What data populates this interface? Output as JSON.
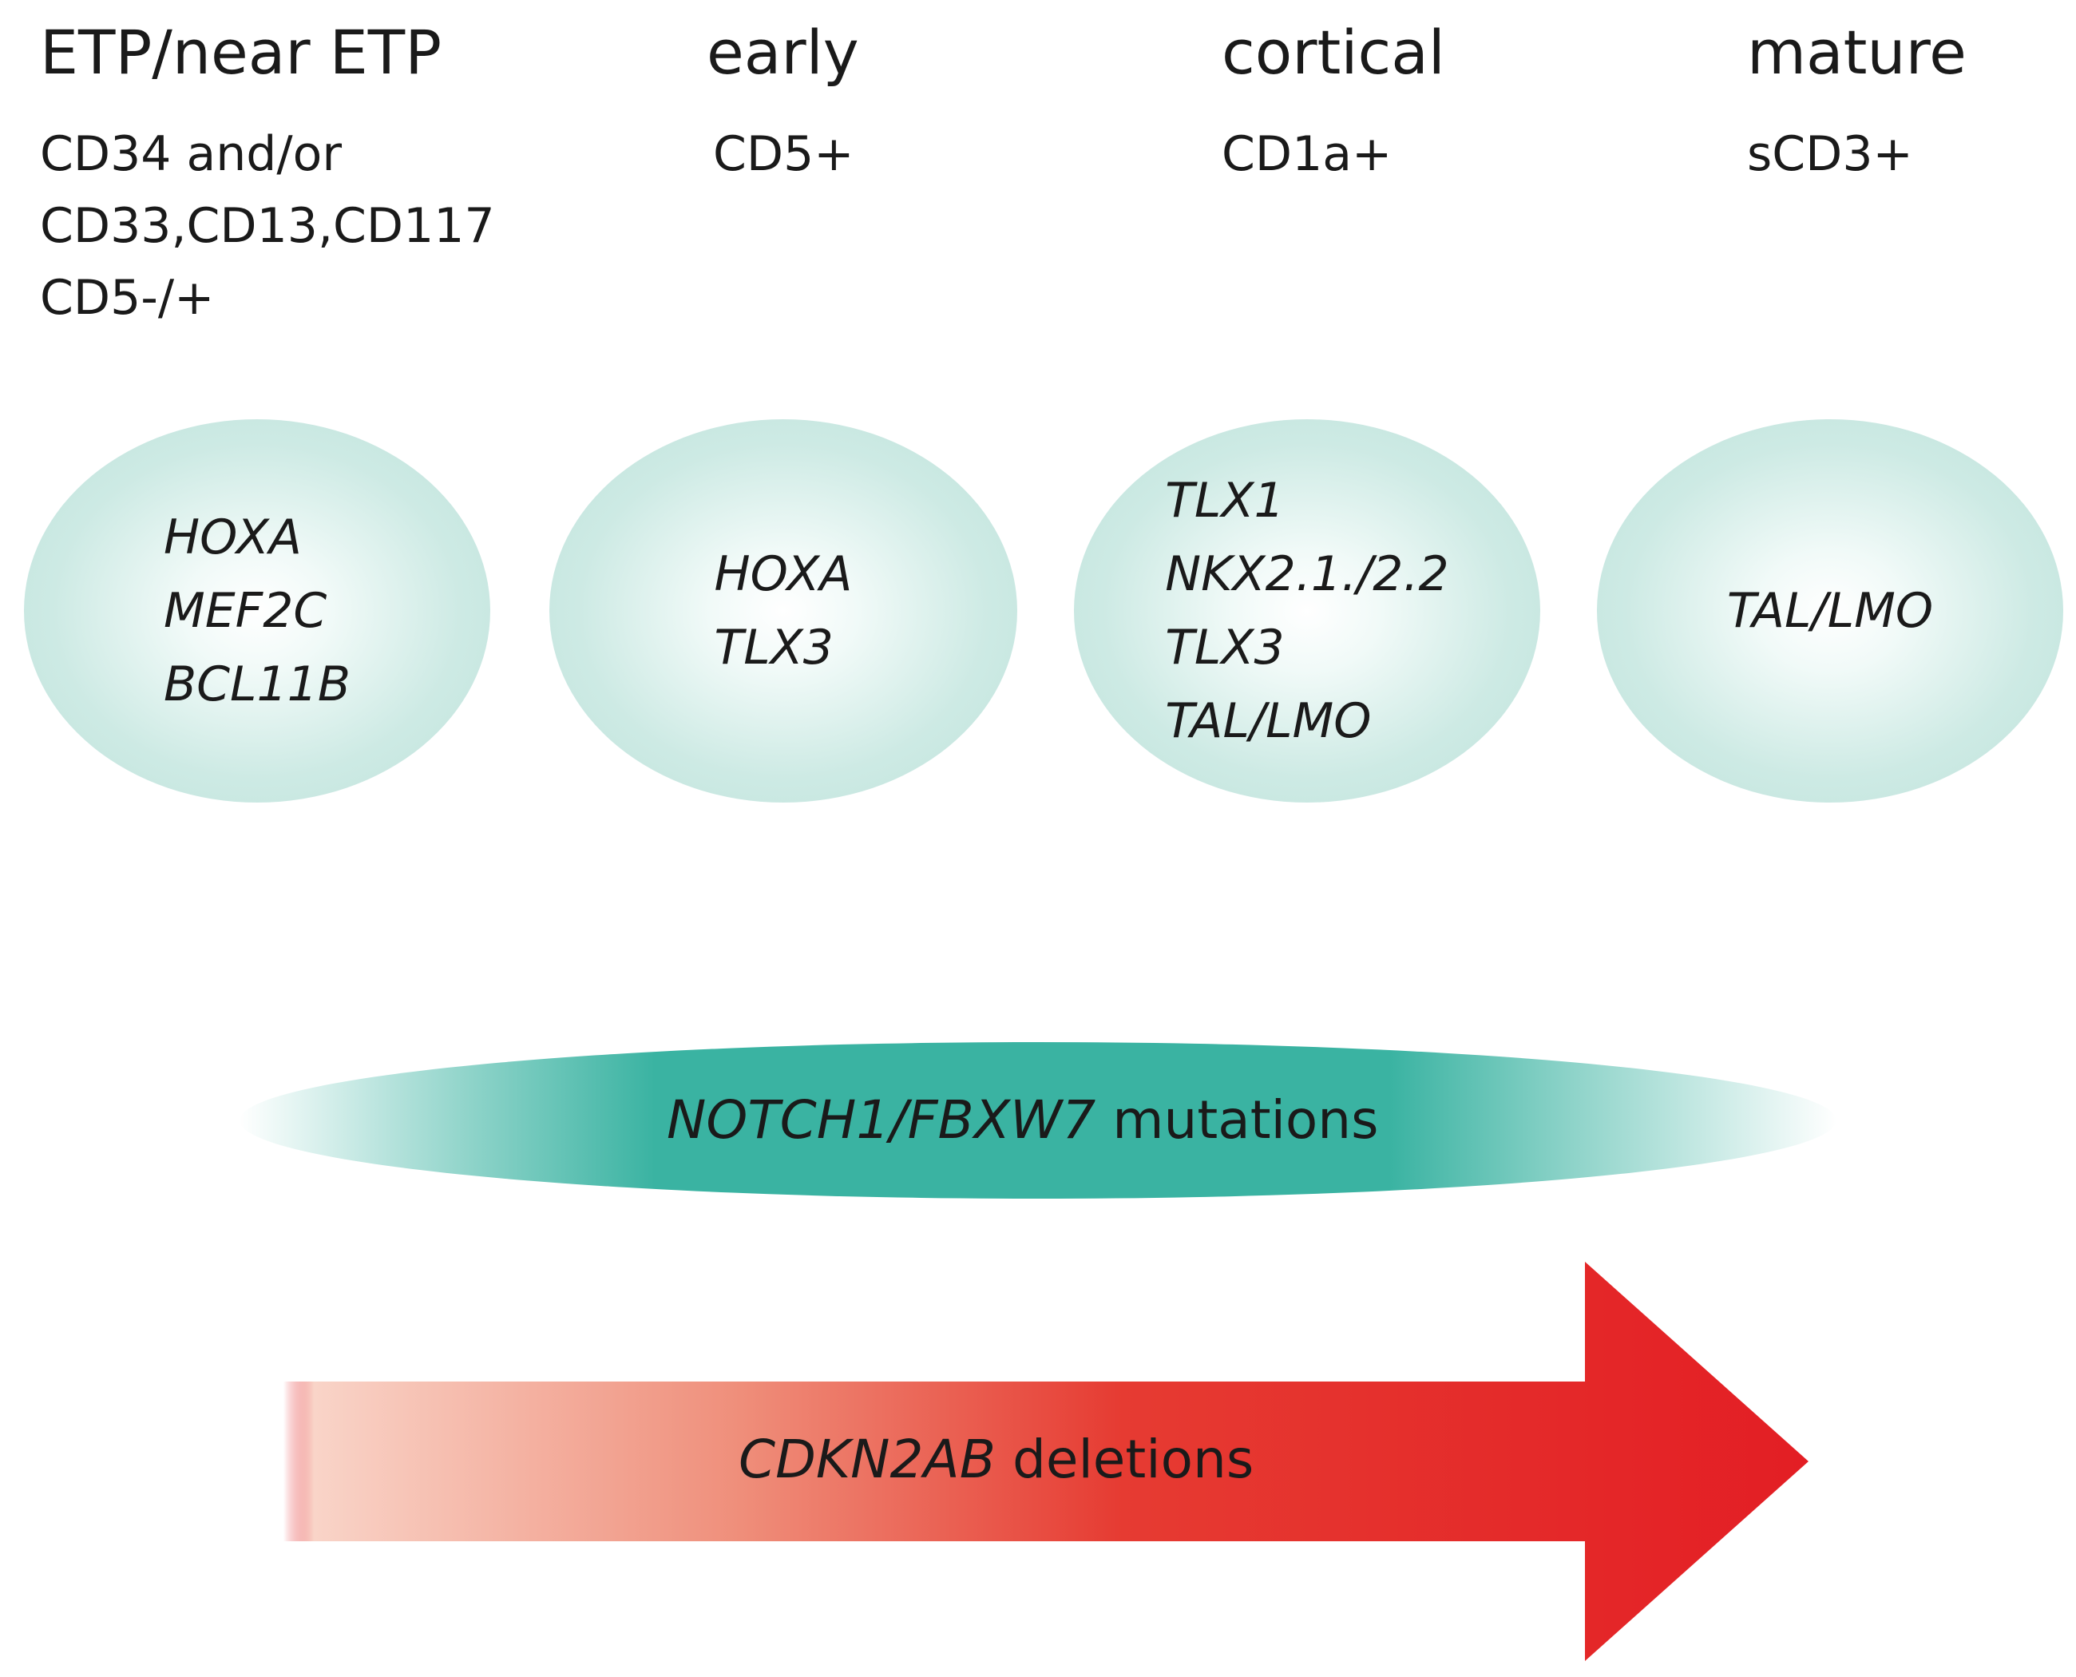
{
  "stages": [
    {
      "title": "ETP/near ETP",
      "markers": [
        "CD34 and/or",
        "CD33,CD13,CD117",
        "CD5-/+"
      ],
      "genes": [
        "HOXA",
        "MEF2C",
        "BCL11B"
      ]
    },
    {
      "title": "early",
      "markers": [
        "CD5+"
      ],
      "genes": [
        "HOXA",
        "TLX3"
      ]
    },
    {
      "title": "cortical",
      "markers": [
        "CD1a+"
      ],
      "genes": [
        "TLX1",
        "NKX2.1./2.2",
        "TLX3",
        "TAL/LMO"
      ]
    },
    {
      "title": "mature",
      "markers": [
        "sCD3+"
      ],
      "genes": [
        "TAL/LMO"
      ]
    }
  ],
  "notch_band": {
    "italic": "NOTCH1/FBXW7",
    "rest": " mutations",
    "color": "#3ab3a2"
  },
  "cdkn_arrow": {
    "italic": "CDKN2AB",
    "rest": " deletions",
    "color": "#e31e24"
  }
}
